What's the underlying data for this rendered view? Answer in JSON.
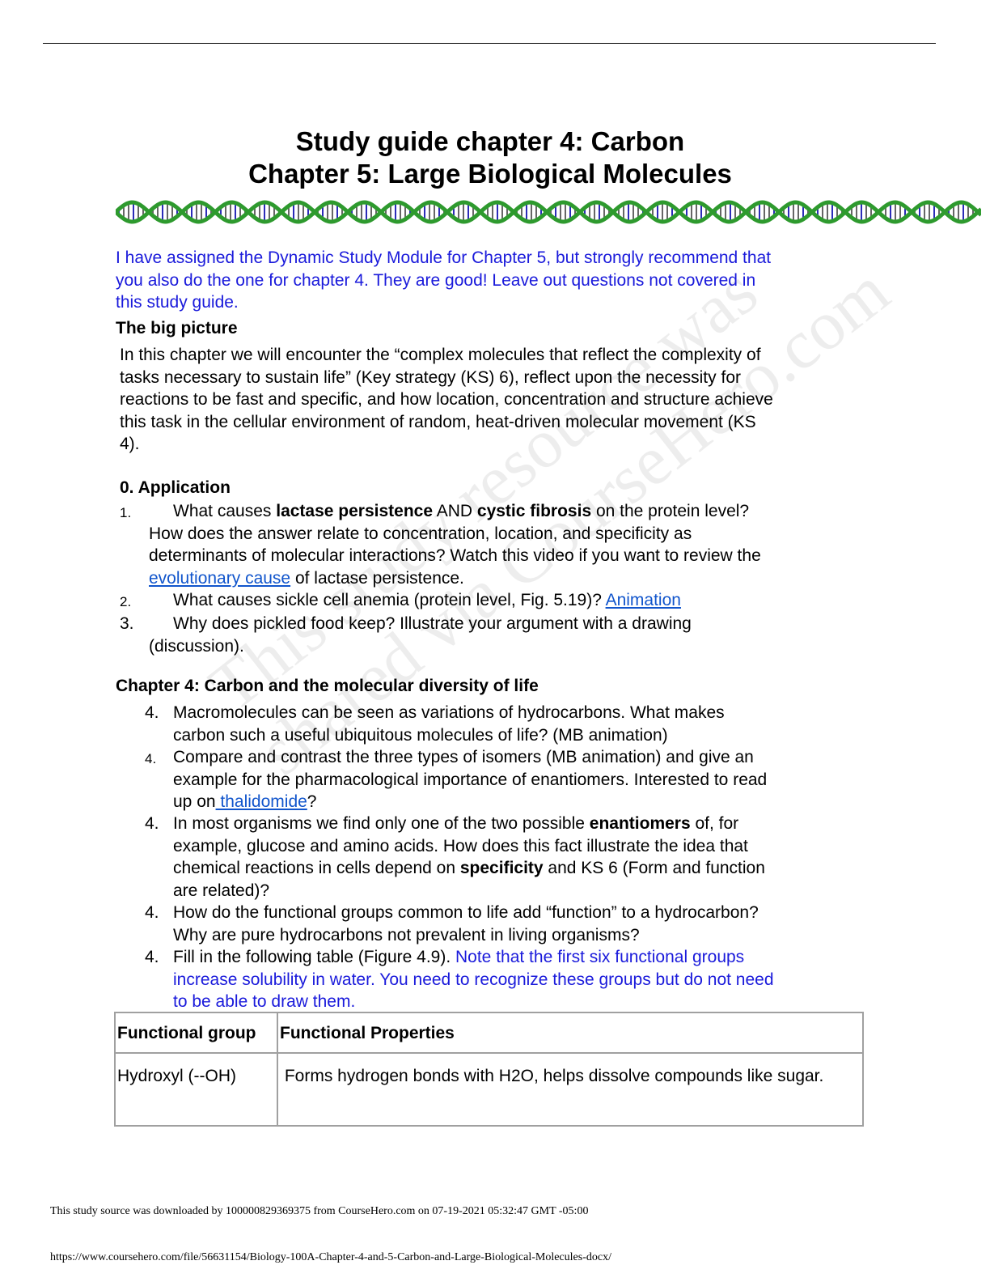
{
  "title_line1": "Study guide chapter 4: Carbon",
  "title_line2": "Chapter 5: Large Biological Molecules",
  "intro_notice": [
    "I have assigned the Dynamic Study Module for Chapter 5, but strongly recommend that",
    "you also do the one for chapter 4.  They are good! Leave out questions not covered in",
    "this study guide."
  ],
  "big_picture": {
    "heading": "The big picture",
    "lines": [
      "In this chapter we will encounter the “complex molecules that reflect the complexity of",
      "tasks necessary to sustain life” (Key strategy (KS) 6), reflect upon the necessity for",
      "reactions to be fast and specific, and how location, concentration and structure achieve",
      "this task in the cellular environment of random, heat-driven molecular movement (KS",
      "4)."
    ]
  },
  "application": {
    "heading": "0. Application",
    "q1": {
      "num": "1.",
      "pre": "What causes ",
      "b1": "lactase persistence",
      "mid": " AND ",
      "b2": "cystic fibrosis",
      "post": " on the protein level?",
      "line2": "How does the answer relate to concentration, location, and specificity as",
      "line3": "determinants  of molecular interactions? Watch this video if you want to review the",
      "link": "evolutionary cause",
      "line4_post": " of lactase persistence."
    },
    "q2": {
      "num": "2.",
      "text": "What causes sickle cell anemia (protein level, Fig. 5.19)? ",
      "link": "Animation"
    },
    "q3": {
      "num": "3.",
      "line1": "Why does pickled food keep? Illustrate your argument with a drawing",
      "line2": "(discussion)."
    }
  },
  "chapter4": {
    "heading": "Chapter 4: Carbon and the molecular diversity of life",
    "items": {
      "i1": {
        "num": "4.",
        "line1": "Macromolecules can be seen as variations of hydrocarbons.  What makes",
        "line2": "carbon such a useful ubiquitous molecules of life? (MB animation)"
      },
      "i2": {
        "num": "4.",
        "line1": "Compare and contrast the three types of isomers (MB animation) and give an",
        "line2": "example for the pharmacological importance of enantiomers. Interested to read",
        "line3_pre": "up on",
        "link": " thalidomide",
        "line3_post": "?"
      },
      "i3": {
        "num": "4.",
        "line1_pre": "In most organisms we find only one of the two possible ",
        "line1_bold": "enantiomers",
        "line1_post": " of, for",
        "line2": "example, glucose and amino acids. How does this fact illustrate the idea that",
        "line3_pre": "chemical reactions in cells depend on ",
        "line3_bold": "specificity",
        "line3_post": "  and KS 6 (Form and function",
        "line4": "are related)?"
      },
      "i4": {
        "num": "4.",
        "line1": "How do the functional groups common to life add “function” to a hydrocarbon?",
        "line2": "Why are pure hydrocarbons not prevalent in living organisms?"
      },
      "i5": {
        "num": "4.",
        "line1_black": "Fill in the following table (Figure 4.9). ",
        "line1_blue": "Note that the first six functional groups",
        "line2": "increase solubility in water. You need to recognize these groups but do not need",
        "line3": "to be able to draw them."
      }
    }
  },
  "table": {
    "headers": [
      "Functional group",
      "Functional Properties"
    ],
    "rows": [
      {
        "group": "Hydroxyl (--OH)",
        "properties": " Forms hydrogen bonds with H2O, helps dissolve compounds like sugar."
      }
    ]
  },
  "watermark": {
    "line1": "This study resource was",
    "line2": "shared via CourseHero.com"
  },
  "footer": {
    "download_note": "This study source was downloaded by 100000829369375 from CourseHero.com on 07-19-2021 05:32:47 GMT -05:00",
    "url": "https://www.coursehero.com/file/56631154/Biology-100A-Chapter-4-and-5-Carbon-and-Large-Biological-Molecules-docx/"
  },
  "colors": {
    "notice_blue": "#1a1adb",
    "link_blue": "#1155cc",
    "dna_green": "#2e9a2e",
    "dna_blue": "#2b2bb8"
  },
  "banner_icon": "dna-helix-banner"
}
